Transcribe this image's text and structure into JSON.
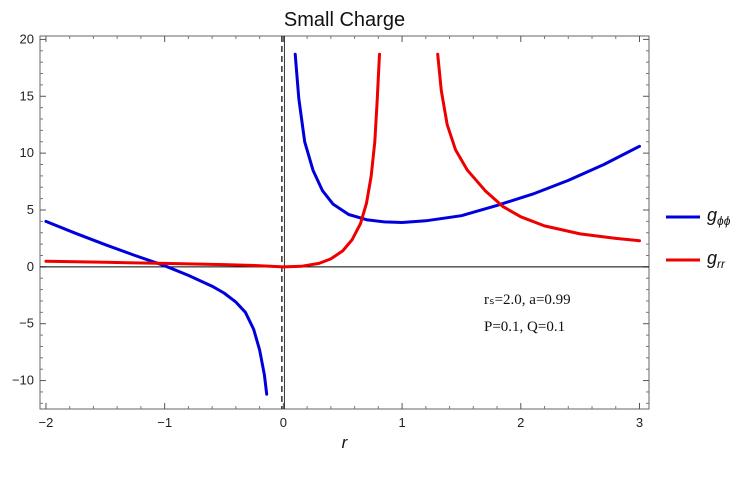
{
  "chart_data": {
    "type": "line",
    "title": "Small Charge",
    "xlabel": "r",
    "ylabel": "",
    "xlim": [
      -2.05,
      3.08
    ],
    "ylim": [
      -12.5,
      20.3
    ],
    "xticks": [
      -2,
      -1,
      0,
      1,
      2,
      3
    ],
    "yticks": [
      -10,
      -5,
      0,
      5,
      10,
      15,
      20
    ],
    "xtick_labels": [
      "−2",
      "−1",
      "0",
      "1",
      "2",
      "3"
    ],
    "ytick_labels": [
      "−10",
      "−5",
      "0",
      "5",
      "10",
      "15",
      "20"
    ],
    "vertical_dashed_line_x": 0,
    "grid": false,
    "legend_placement": "right",
    "annotation": {
      "line1": "rₛ=2.0, a=0.99",
      "line2": "P=0.1, Q=0.1"
    },
    "series": [
      {
        "name": "gϕϕ",
        "name_main": "g",
        "name_sub": "ϕϕ",
        "color": "#0000dd",
        "segments": [
          [
            [
              -2.0,
              4.0
            ],
            [
              -1.75,
              2.95
            ],
            [
              -1.5,
              1.95
            ],
            [
              -1.25,
              1.0
            ],
            [
              -1.0,
              0.1
            ],
            [
              -0.8,
              -0.75
            ],
            [
              -0.6,
              -1.7
            ],
            [
              -0.5,
              -2.3
            ],
            [
              -0.4,
              -3.1
            ],
            [
              -0.32,
              -4.0
            ],
            [
              -0.25,
              -5.5
            ],
            [
              -0.2,
              -7.3
            ],
            [
              -0.16,
              -9.5
            ],
            [
              -0.14,
              -11.2
            ]
          ],
          [
            [
              0.1,
              18.7
            ],
            [
              0.13,
              14.8
            ],
            [
              0.18,
              11.0
            ],
            [
              0.25,
              8.5
            ],
            [
              0.33,
              6.7
            ],
            [
              0.42,
              5.5
            ],
            [
              0.55,
              4.6
            ],
            [
              0.7,
              4.15
            ],
            [
              0.85,
              3.95
            ],
            [
              1.0,
              3.9
            ],
            [
              1.2,
              4.05
            ],
            [
              1.5,
              4.5
            ],
            [
              1.8,
              5.4
            ],
            [
              2.1,
              6.4
            ],
            [
              2.4,
              7.6
            ],
            [
              2.7,
              9.0
            ],
            [
              3.0,
              10.6
            ]
          ]
        ]
      },
      {
        "name": "grr",
        "name_main": "g",
        "name_sub": "rr",
        "color": "#ee0000",
        "segments": [
          [
            [
              -2.0,
              0.5
            ],
            [
              -1.5,
              0.4
            ],
            [
              -1.0,
              0.3
            ],
            [
              -0.5,
              0.2
            ],
            [
              -0.2,
              0.1
            ],
            [
              0.0,
              0.0
            ],
            [
              0.15,
              0.05
            ],
            [
              0.3,
              0.3
            ],
            [
              0.4,
              0.7
            ],
            [
              0.5,
              1.4
            ],
            [
              0.58,
              2.4
            ],
            [
              0.65,
              3.8
            ],
            [
              0.7,
              5.6
            ],
            [
              0.74,
              8.0
            ],
            [
              0.77,
              11.0
            ],
            [
              0.79,
              14.5
            ],
            [
              0.81,
              18.7
            ]
          ],
          [
            [
              1.3,
              18.7
            ],
            [
              1.33,
              15.5
            ],
            [
              1.38,
              12.5
            ],
            [
              1.45,
              10.3
            ],
            [
              1.55,
              8.5
            ],
            [
              1.7,
              6.7
            ],
            [
              1.85,
              5.3
            ],
            [
              2.0,
              4.4
            ],
            [
              2.2,
              3.6
            ],
            [
              2.5,
              2.9
            ],
            [
              2.8,
              2.5
            ],
            [
              3.0,
              2.3
            ]
          ]
        ]
      }
    ]
  }
}
